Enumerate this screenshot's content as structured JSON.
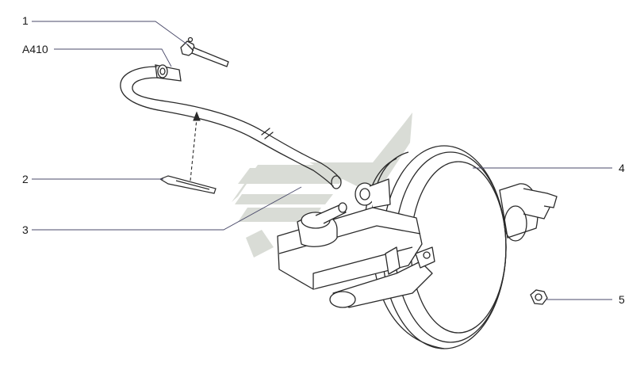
{
  "diagram": {
    "callouts": [
      {
        "id": "1",
        "label": "1"
      },
      {
        "id": "A410",
        "label": "A410"
      },
      {
        "id": "2",
        "label": "2"
      },
      {
        "id": "3",
        "label": "3"
      },
      {
        "id": "4",
        "label": "4"
      },
      {
        "id": "5",
        "label": "5"
      }
    ]
  },
  "colors": {
    "line": "#2a2a2a",
    "leader": "#4a4a6a",
    "watermark": "#d9dcd6",
    "paper": "#ffffff"
  }
}
